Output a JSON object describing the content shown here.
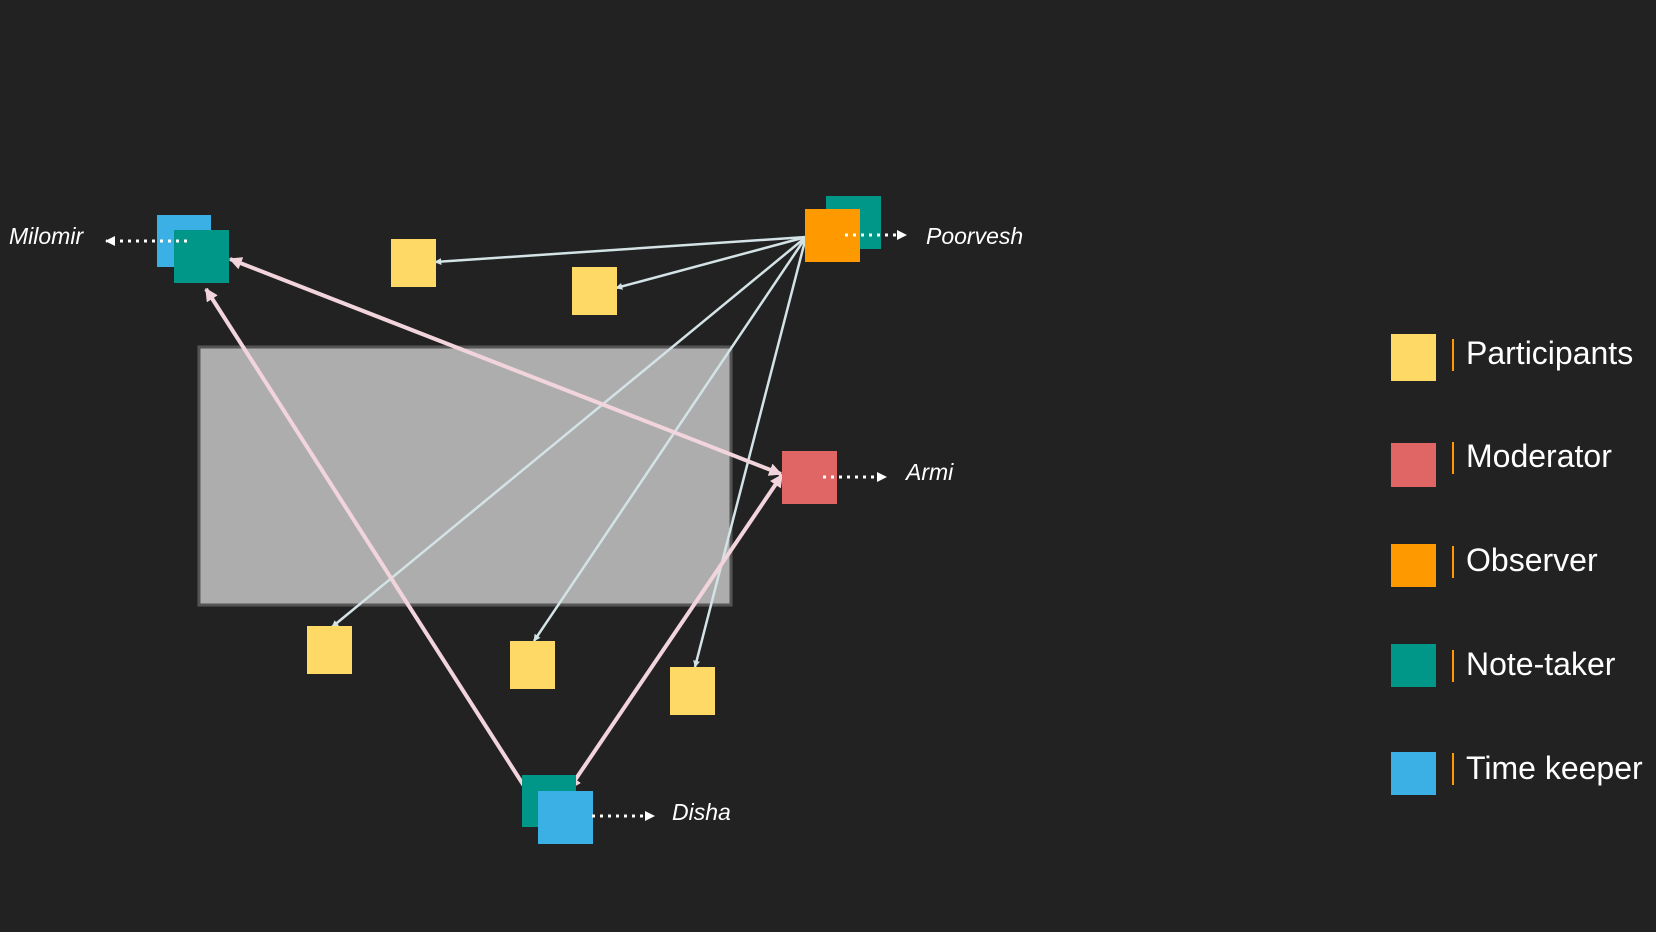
{
  "people": {
    "milomir": "Milomir",
    "poorvesh": "Poorvesh",
    "armi": "Armi",
    "disha": "Disha"
  },
  "legend": [
    {
      "label": "Participants",
      "color": "#FFD966",
      "icon": "participant-square-icon"
    },
    {
      "label": "Moderator",
      "color": "#E06666",
      "icon": "moderator-square-icon"
    },
    {
      "label": "Observer",
      "color": "#FF9900",
      "icon": "observer-square-icon"
    },
    {
      "label": "Note-taker",
      "color": "#009688",
      "icon": "note-taker-square-icon"
    },
    {
      "label": "Time keeper",
      "color": "#3BB0E4",
      "icon": "time-keeper-square-icon"
    }
  ],
  "colors": {
    "background": "#222222",
    "table": "#ADADAD",
    "table_border": "#555555",
    "participant": "#FFD966",
    "moderator": "#E06666",
    "observer": "#FF9900",
    "note_taker": "#009688",
    "time_keeper": "#3BB0E4",
    "observer_link": "#D3E3E6",
    "moderator_link": "#F2D5DC",
    "separator": "#FF9900",
    "pointer": "#FFFFFF"
  }
}
